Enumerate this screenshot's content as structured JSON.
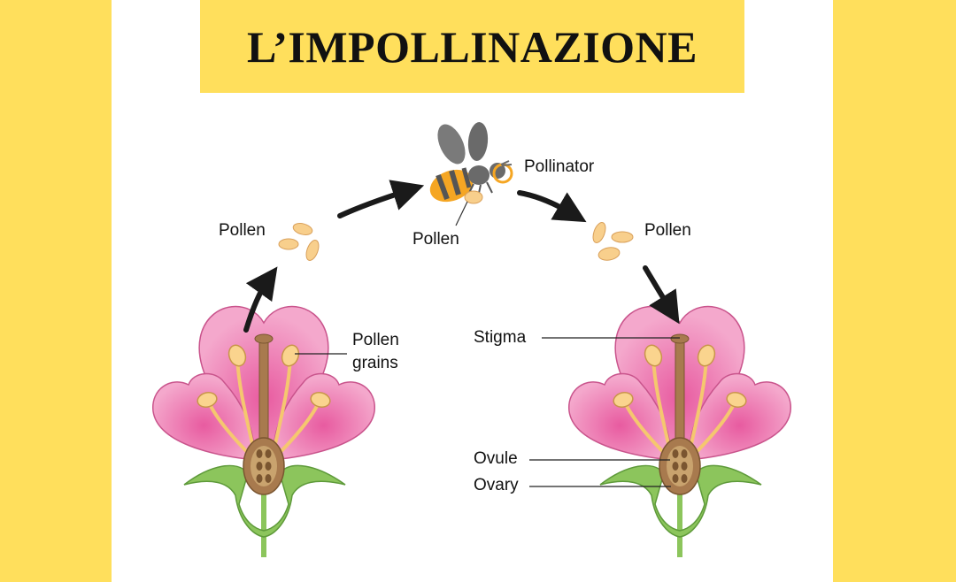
{
  "title": "L’IMPOLLINAZIONE",
  "labels": {
    "pollen_left": "Pollen",
    "pollen_grains_line1": "Pollen",
    "pollen_grains_line2": "grains",
    "pollinator": "Pollinator",
    "pollen_bee": "Pollen",
    "pollen_right": "Pollen",
    "stigma": "Stigma",
    "ovule": "Ovule",
    "ovary": "Ovary"
  },
  "colors": {
    "background": "#FFDF5C",
    "panel": "#FFFFFF",
    "petal": "#F2A3C8",
    "petal_center": "#E85BA0",
    "pollen": "#F8CF8C",
    "pistil": "#A87A4E",
    "stem": "#8CC55C",
    "arrow": "#1A1A1A"
  }
}
